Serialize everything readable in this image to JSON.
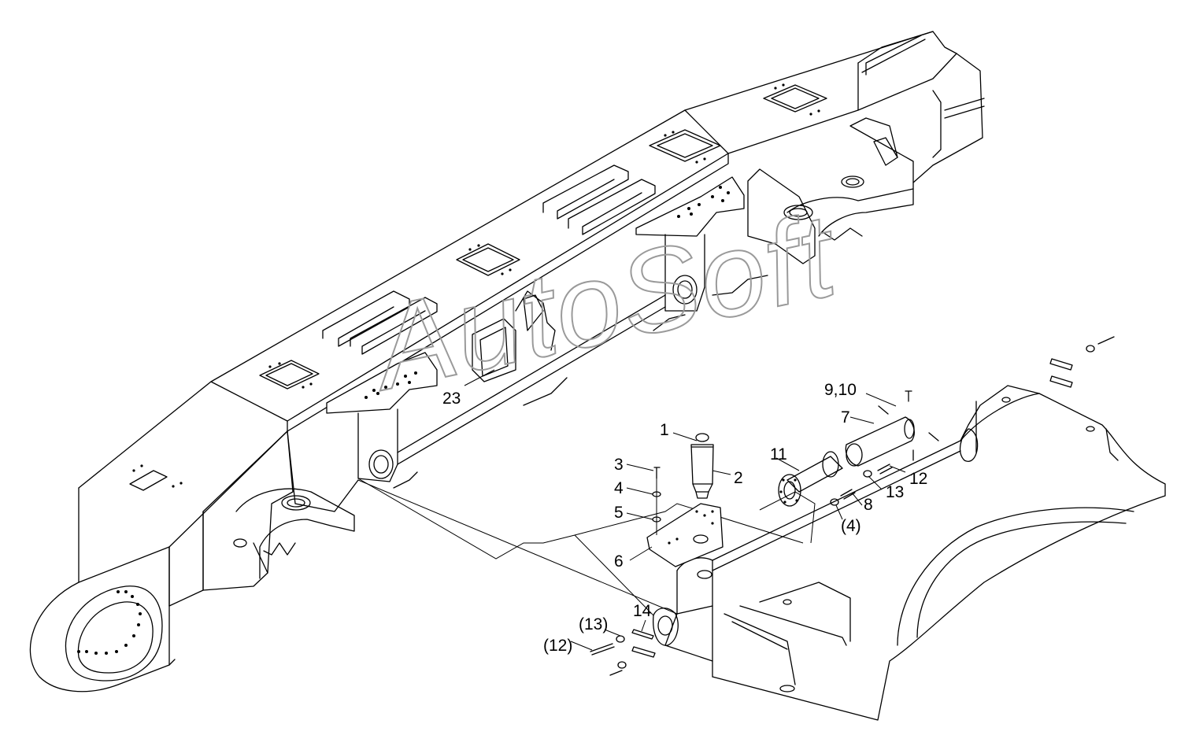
{
  "watermark": "AutoSoft",
  "callouts": {
    "c1": "1",
    "c2": "2",
    "c3": "3",
    "c4": "4",
    "c5": "5",
    "c6": "6",
    "c7": "7",
    "c8": "8",
    "c910": "9,10",
    "c11": "11",
    "c12": "12",
    "c13": "13",
    "c14": "14",
    "c4p": "(4)",
    "c12p": "(12)",
    "c13p": "(13)",
    "c23": "23"
  }
}
